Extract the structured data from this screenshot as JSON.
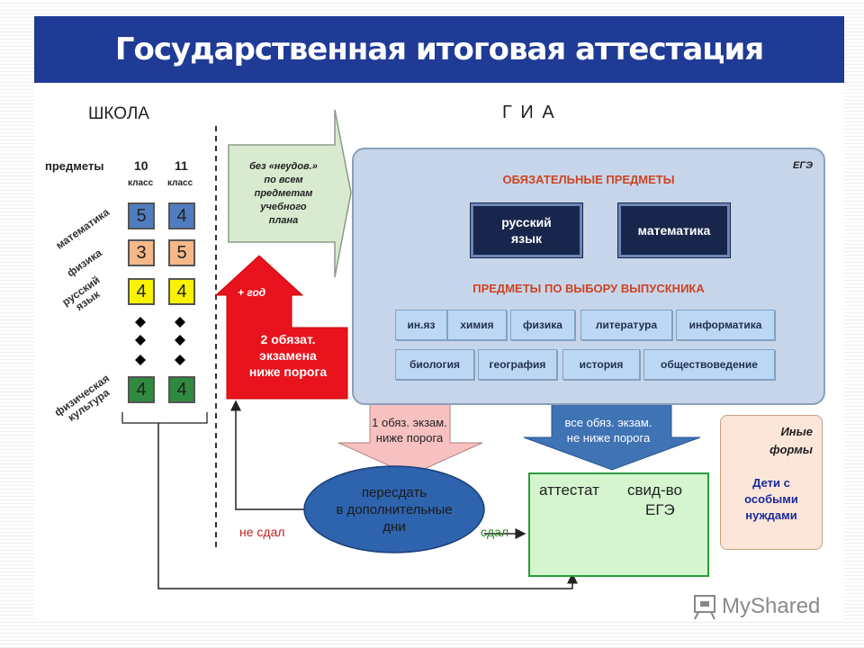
{
  "title": "Государственная итоговая аттестация",
  "school": {
    "heading": "ШКОЛА",
    "subjects_label": "предметы",
    "grade10": {
      "num": "10",
      "word": "класс"
    },
    "grade11": {
      "num": "11",
      "word": "класс"
    },
    "rows": [
      {
        "name": "математика",
        "g10": "5",
        "g11": "4",
        "color": "#4f7dc0"
      },
      {
        "name": "физика",
        "g10": "3",
        "g11": "5",
        "color": "#f6b889"
      },
      {
        "name": "русский язык",
        "g10": "4",
        "g11": "4",
        "color": "#fbf200"
      },
      {
        "name": "физическая культура",
        "g10": "4",
        "g11": "4",
        "color": "#2f8a3f"
      }
    ]
  },
  "gia": {
    "heading": "Г И А"
  },
  "arrow_top": {
    "line1": "без «неудов.»",
    "line2": "по всем",
    "line3": "предметам",
    "line4": "учебного",
    "line5": "плана"
  },
  "red_arrow": {
    "plus_year": "+ год",
    "line1": "2 обязат.",
    "line2": "экзамена",
    "line3": "ниже порога"
  },
  "ege": {
    "label": "ЕГЭ",
    "required_title": "ОБЯЗАТЕЛЬНЫЕ ПРЕДМЕТЫ",
    "required": [
      {
        "line1": "русский",
        "line2": "язык"
      },
      {
        "line1": "математика",
        "line2": ""
      }
    ],
    "elective_title": "ПРЕДМЕТЫ ПО ВЫБОРУ ВЫПУСКНИКА",
    "elective_row1": [
      "ин.яз",
      "химия",
      "физика",
      "литература",
      "информатика"
    ],
    "elective_row2": [
      "биология",
      "география",
      "история",
      "обществоведение"
    ]
  },
  "down_left": {
    "line1": "1 обяз. экзам.",
    "line2": "ниже порога"
  },
  "down_right": {
    "line1": "все обяз. экзам.",
    "line2": "не ниже порога"
  },
  "retake": {
    "line1": "пересдать",
    "line2": "в дополнительные",
    "line3": "дни"
  },
  "not_passed": "не сдал",
  "passed": "сдал",
  "cert": {
    "attestat": "аттестат",
    "svid_line1": "свид-во",
    "svid_line2": "ЕГЭ"
  },
  "other_forms": {
    "line1": "Иные",
    "line2": "формы",
    "kids1": "Дети с",
    "kids2": "особыми",
    "kids3": "нуждами"
  },
  "watermark": "MyShared"
}
